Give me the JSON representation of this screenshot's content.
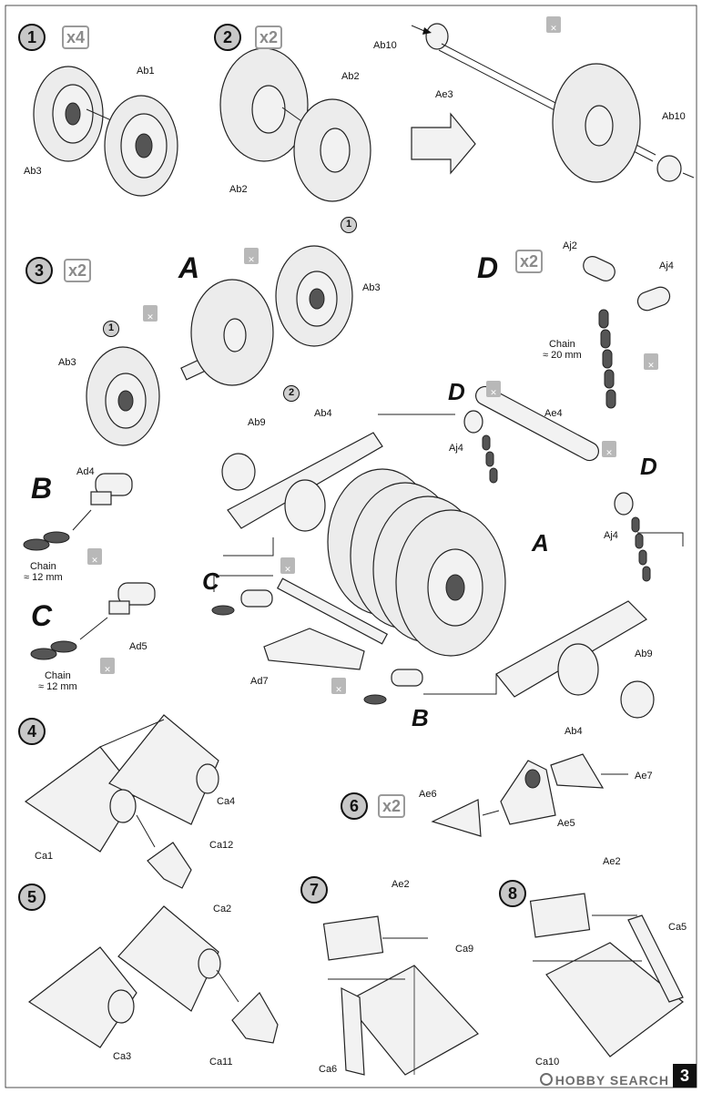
{
  "page": {
    "number": "3",
    "watermark": "HOBBY SEARCH"
  },
  "steps": [
    {
      "number": "1",
      "multiplier": "x4",
      "parts": [
        "Ab1",
        "Ab3"
      ]
    },
    {
      "number": "2",
      "multiplier": "x2",
      "parts": [
        "Ab2",
        "Ab2"
      ]
    },
    {
      "number": "3",
      "multiplier": "x2",
      "subassembly": "A",
      "parts": [
        "Ab3",
        "Ab3"
      ],
      "refs": [
        "1",
        "1",
        "2"
      ]
    },
    {
      "number": "4",
      "parts": [
        "Ca1",
        "Ca4",
        "Ca12"
      ]
    },
    {
      "number": "5",
      "parts": [
        "Ca2",
        "Ca3",
        "Ca11"
      ]
    },
    {
      "number": "6",
      "multiplier": "x2",
      "parts": [
        "Ae6",
        "Ae5",
        "Ae7"
      ]
    },
    {
      "number": "7",
      "parts": [
        "Ae2",
        "Ca9",
        "Ca6"
      ]
    },
    {
      "number": "8",
      "parts": [
        "Ae2",
        "Ca5",
        "Ca10"
      ]
    }
  ],
  "axle": {
    "parts": [
      "Ab10",
      "Ae3",
      "Ab10"
    ]
  },
  "sub_d": {
    "letter": "D",
    "multiplier": "x2",
    "parts": [
      "Aj2",
      "Aj4"
    ],
    "chain": "Chain\n≈ 20 mm"
  },
  "sub_b": {
    "letter": "B",
    "part": "Ad4",
    "chain": "Chain\n≈ 12 mm"
  },
  "sub_c": {
    "letter": "C",
    "part": "Ad5",
    "chain": "Chain\n≈ 12 mm"
  },
  "main": {
    "letters": [
      "A",
      "B",
      "C",
      "D",
      "D"
    ],
    "parts": [
      "Ab9",
      "Ab4",
      "Aj4",
      "Ae4",
      "Aj4",
      "Ad7",
      "Ab4",
      "Ab9"
    ]
  }
}
